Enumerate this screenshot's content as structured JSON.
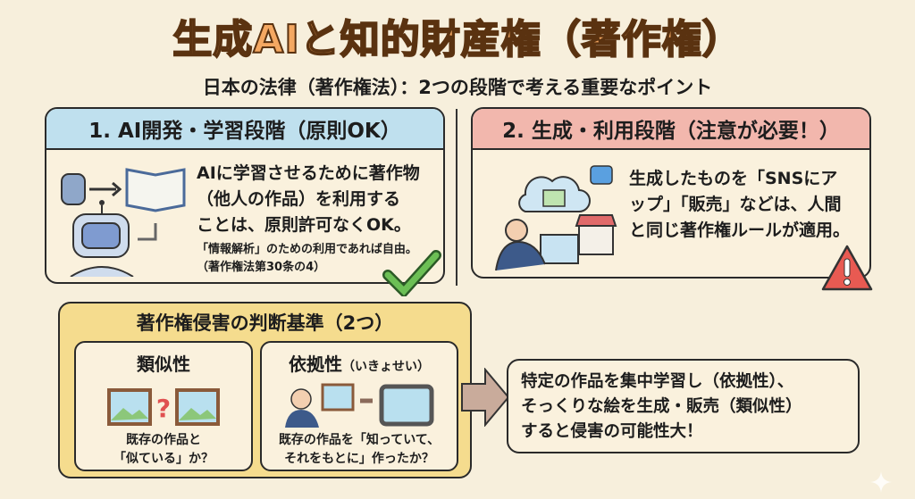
{
  "title": "生成AIと知的財産権（著作権）",
  "subtitle": "日本の法律（著作権法）：2つの段階で考える重要なポイント",
  "stage1": {
    "header": "1. AI開発・学習段階（原則OK）",
    "lines": [
      "AIに学習させるために著作物",
      "（他人の作品）を利用する",
      "ことは、原則許可なくOK。"
    ],
    "note_lines": [
      "「情報解析」のための利用であれば自由。",
      "（著作権法第30条の4）"
    ],
    "accent": "#bfe0ee"
  },
  "stage2": {
    "header": "2. 生成・利用段階（注意が必要！）",
    "lines": [
      "生成したものを「SNSにア",
      "ップ」「販売」などは、人間",
      "と同じ著作権ルールが適用。"
    ],
    "accent": "#f2b7ad"
  },
  "criteria": {
    "header": "著作権侵害の判断基準（2つ）",
    "similarity": {
      "title": "類似性",
      "lines": [
        "既存の作品と",
        "「似ている」か？"
      ]
    },
    "reliance": {
      "title": "依拠性",
      "reading": "（いきょせい）",
      "lines": [
        "既存の作品を「知っていて、",
        "それをもとに」作ったか？"
      ]
    },
    "accent": "#f5dc8e"
  },
  "conclusion": {
    "lines": [
      "特定の作品を集中学習し（依拠性）、",
      "そっくりな絵を生成・販売（類似性）",
      "すると侵害の可能性大！"
    ]
  }
}
